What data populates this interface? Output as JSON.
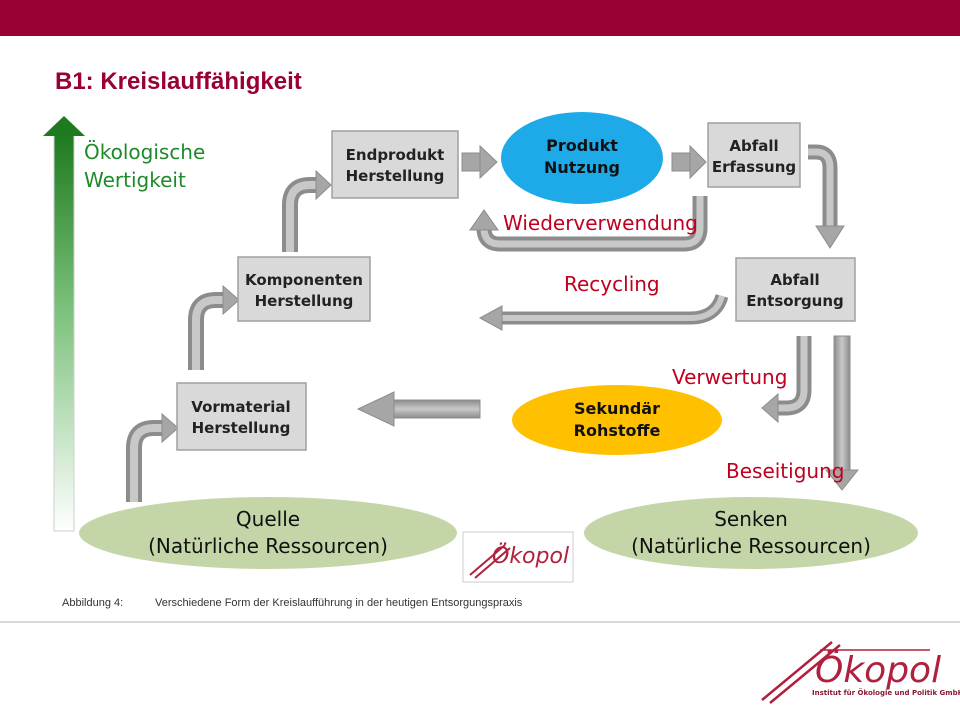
{
  "title": "B1: Kreislauffähigkeit",
  "axis_label": [
    "Ökologische",
    "Wertigkeit"
  ],
  "boxes": {
    "endprodukt": [
      "Endprodukt",
      "Herstellung"
    ],
    "komponenten": [
      "Komponenten",
      "Herstellung"
    ],
    "vormaterial": [
      "Vormaterial",
      "Herstellung"
    ],
    "abfall_erfassung": [
      "Abfall",
      "Erfassung"
    ],
    "abfall_entsorgung": [
      "Abfall",
      "Entsorgung"
    ]
  },
  "ovals": {
    "produkt": [
      "Produkt",
      "Nutzung"
    ],
    "sekundaer": [
      "Sekundär",
      "Rohstoffe"
    ],
    "quelle": [
      "Quelle",
      "(Natürliche Ressourcen)"
    ],
    "senken": [
      "Senken",
      "(Natürliche Ressourcen)"
    ]
  },
  "flow_labels": {
    "wiederverwendung": "Wiederverwendung",
    "recycling": "Recycling",
    "verwertung": "Verwertung",
    "beseitigung": "Beseitigung"
  },
  "caption": {
    "label": "Abbildung 4:",
    "text": "Verschiedene Form der Kreislaufführung in der heutigen Entsorgungspraxis"
  },
  "logo": {
    "name": "Ökopol",
    "subtitle": "Institut für Ökologie und Politik GmbH"
  },
  "colors": {
    "brand": "#990033",
    "box_fill": "#d9d9d9",
    "produkt_oval": "#1ea9e8",
    "sekundaer_oval": "#ffc000",
    "resource_oval": "#c4d6a8",
    "arrow_gray": "#a6a6a6",
    "axis_green": "#2a8c2a"
  }
}
